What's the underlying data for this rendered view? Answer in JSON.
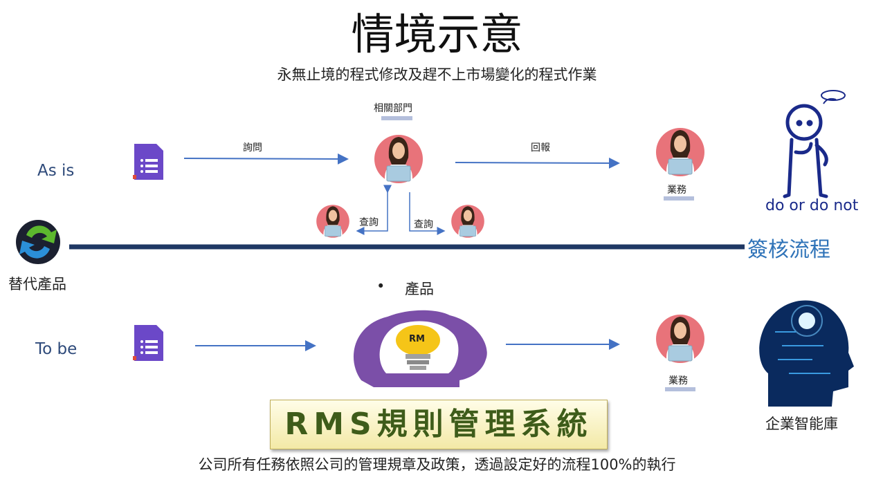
{
  "header": {
    "title": "情境示意",
    "subtitle": "永無止境的程式修改及趕不上市場變化的程式作業"
  },
  "as_is": {
    "label": "As is",
    "department_label": "相關部門",
    "ask_label": "詢問",
    "reply_label": "回報",
    "query_left_label": "查詢",
    "query_right_label": "查詢",
    "sales_label": "業務",
    "thinker_caption": "do or do not"
  },
  "divider": {
    "left_caption": "替代產品",
    "right_caption": "簽核流程"
  },
  "to_be": {
    "label": "To be",
    "product_label": "產品",
    "rm_label": "RM",
    "sales_label": "業務",
    "brain_caption": "企業智能庫"
  },
  "banner": {
    "text": "RMS規則管理系統"
  },
  "footer": {
    "text": "公司所有任務依照公司的管理規章及政策，透過設定好的流程100%的執行"
  },
  "colors": {
    "arrow": "#4472c4",
    "divider_line": "#1f3864",
    "form_icon": "#6b48c8",
    "avatar_circle": "#e8737a",
    "brain": "#7b4fa8",
    "bulb": "#f5c518"
  },
  "icons": [
    "forms-icon",
    "sync-icon",
    "person-avatar",
    "thinking-figure",
    "brain-bulb-icon",
    "digital-head-icon"
  ]
}
